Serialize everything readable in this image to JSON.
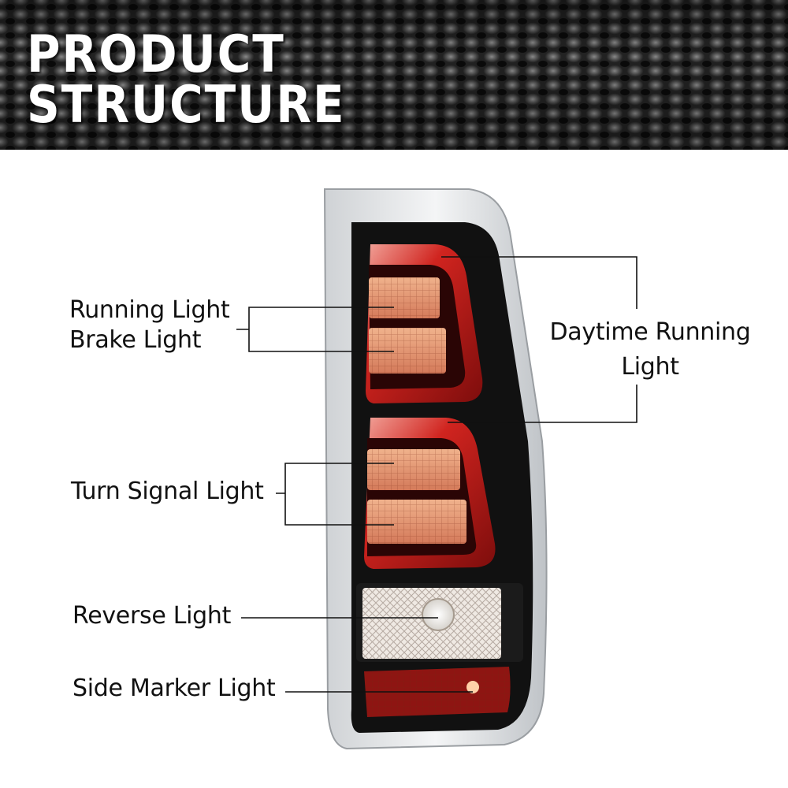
{
  "header": {
    "title_line1": "PRODUCT",
    "title_line2": "STRUCTURE"
  },
  "callouts": {
    "running_light": "Running Light",
    "brake_light": "Brake Light",
    "turn_signal_light": "Turn Signal Light",
    "reverse_light": "Reverse Light",
    "side_marker_light": "Side Marker Light",
    "daytime_running_line1": "Daytime Running",
    "daytime_running_line2": "Light"
  },
  "colors": {
    "lens_red": "#c8201e",
    "housing_black": "#111111",
    "amber_led": "#e8a27a",
    "chrome_clear": "#e4e6e8"
  }
}
